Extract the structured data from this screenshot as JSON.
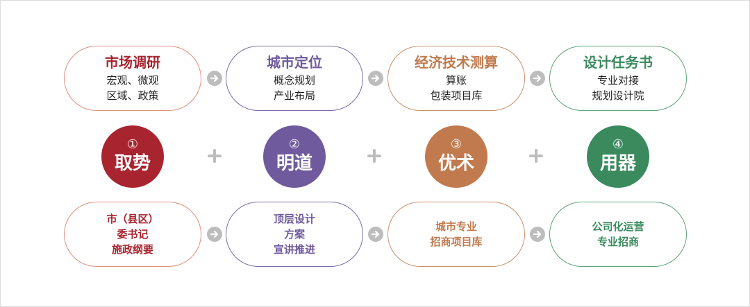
{
  "colors": {
    "red": "#a8242f",
    "purple": "#6e5a9c",
    "orange": "#c07a4e",
    "green": "#3a8a5e",
    "red_border": "#e0907e",
    "purple_border": "#7d6aa8",
    "orange_border": "#c9906a",
    "green_border": "#5fa37a",
    "gray": "#bdbdbd"
  },
  "top_row": [
    {
      "title": "市场调研",
      "lines": [
        "宏观、微观",
        "区域、政策"
      ]
    },
    {
      "title": "城市定位",
      "lines": [
        "概念规划",
        "产业布局"
      ]
    },
    {
      "title": "经济技术测算",
      "lines": [
        "算账",
        "包装项目库"
      ]
    },
    {
      "title": "设计任务书",
      "lines": [
        "专业对接",
        "规划设计院"
      ]
    }
  ],
  "middle_row": [
    {
      "num": "①",
      "label": "取势"
    },
    {
      "num": "②",
      "label": "明道"
    },
    {
      "num": "③",
      "label": "优术"
    },
    {
      "num": "④",
      "label": "用器"
    }
  ],
  "bottom_row": [
    {
      "lines": [
        "市（县区）",
        "委书记",
        "施政纲要"
      ]
    },
    {
      "lines": [
        "顶层设计",
        "方案",
        "宣讲推进"
      ]
    },
    {
      "lines": [
        "城市专业",
        "招商项目库"
      ]
    },
    {
      "lines": [
        "公司化运营",
        "专业招商"
      ]
    }
  ],
  "icons": {
    "arrow": "arrow-right-icon",
    "plus": "plus-icon"
  }
}
